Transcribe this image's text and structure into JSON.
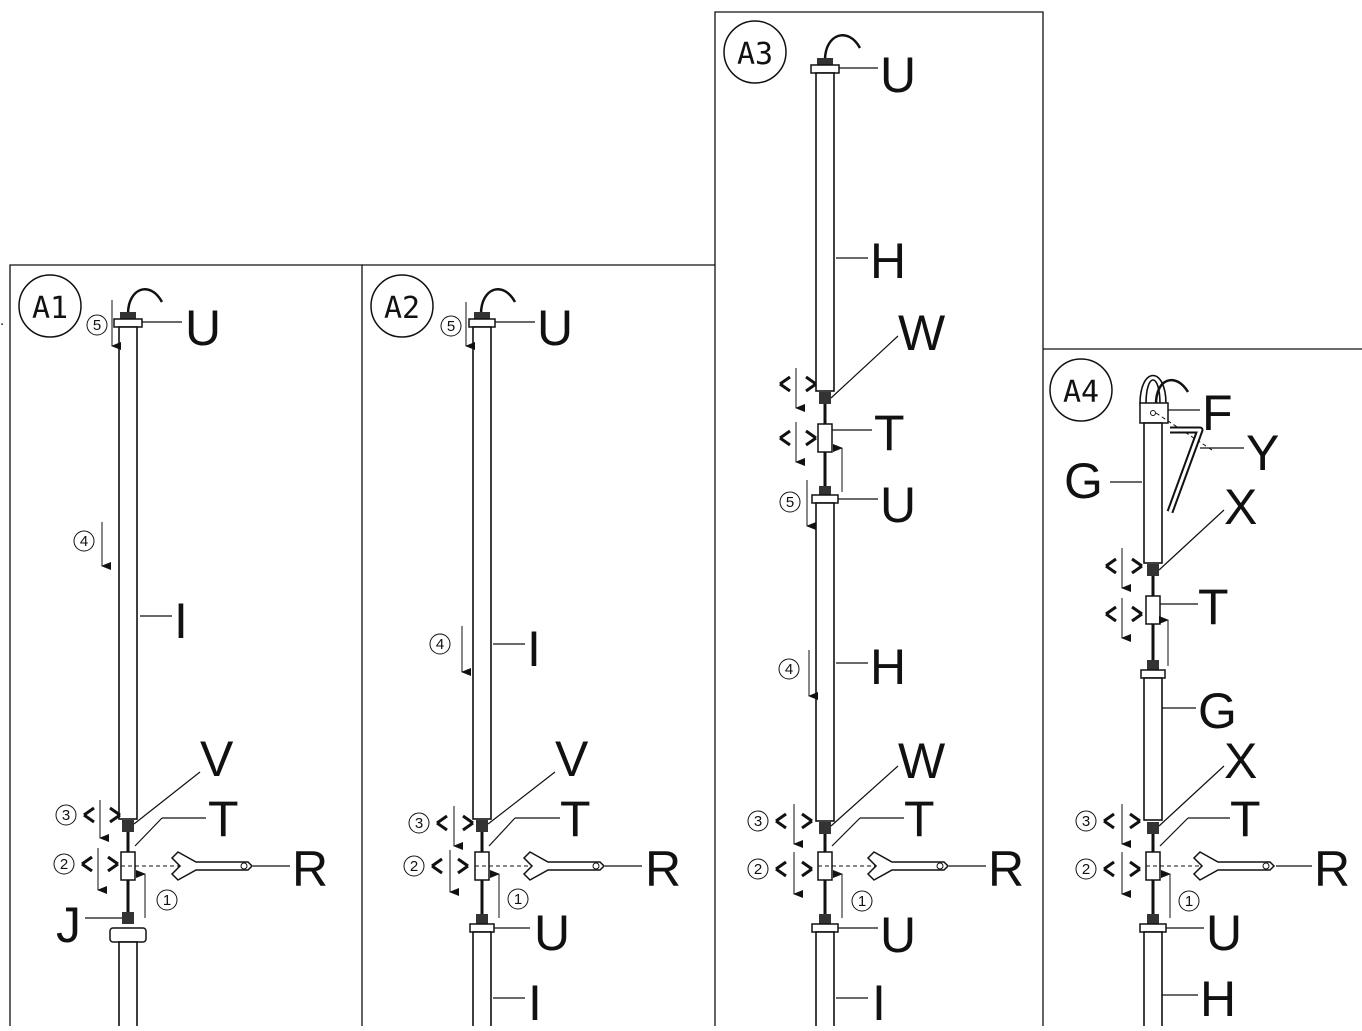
{
  "panels": [
    {
      "id": "A1",
      "labels": [
        "U",
        "I",
        "V",
        "T",
        "R",
        "J"
      ],
      "steps": [
        "5",
        "4",
        "3",
        "2",
        "1"
      ]
    },
    {
      "id": "A2",
      "labels": [
        "U",
        "I",
        "V",
        "T",
        "R",
        "U",
        "I"
      ],
      "steps": [
        "5",
        "4",
        "3",
        "2",
        "1"
      ]
    },
    {
      "id": "A3",
      "labels": [
        "U",
        "H",
        "W",
        "T",
        "U",
        "H",
        "W",
        "T",
        "R",
        "U",
        "I"
      ],
      "steps": [
        "5",
        "4",
        "3",
        "2",
        "1"
      ]
    },
    {
      "id": "A4",
      "labels": [
        "F",
        "Y",
        "G",
        "X",
        "T",
        "G",
        "X",
        "T",
        "R",
        "U",
        "H"
      ],
      "steps": [
        "3",
        "2",
        "1"
      ]
    }
  ],
  "colors": {
    "line": "#111111",
    "fill": "#ffffff",
    "dark": "#333333"
  }
}
